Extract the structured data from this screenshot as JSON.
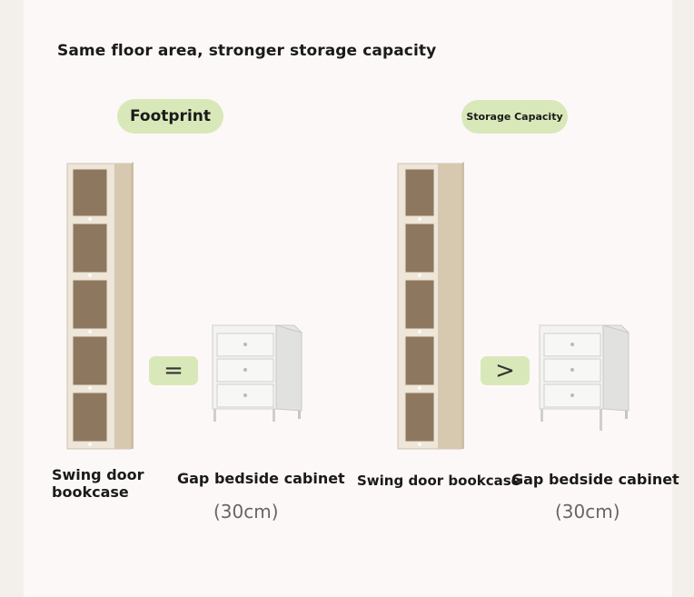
{
  "headline": "Same floor area, stronger storage capacity",
  "pills": {
    "footprint": "Footprint",
    "storage": "Storage Capacity"
  },
  "symbols": {
    "equal": "=",
    "greater": ">"
  },
  "left_group": {
    "bookcase_label": "Swing door bookcase",
    "cabinet_label": "Gap bedside cabinet",
    "dimension": "(30cm)"
  },
  "right_group": {
    "bookcase_label": "Swing door bookcase",
    "cabinet_label": "Gap bedside cabinet",
    "dimension": "(30cm)"
  },
  "colors": {
    "pill_green": "#d9e8b9",
    "bookcase_frame": "#e8dfd0",
    "bookcase_side": "#c9b89e",
    "door_glass": "#8f7a60",
    "cabinet_white": "#f2f2f0"
  }
}
